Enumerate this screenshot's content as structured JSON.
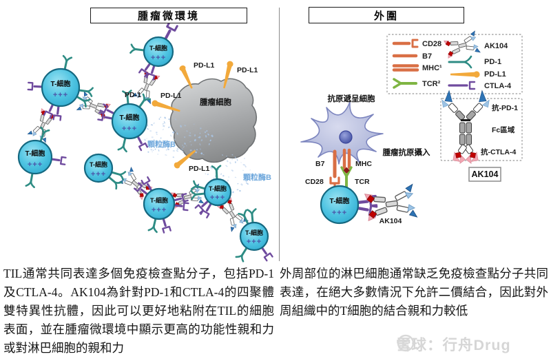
{
  "shared": {
    "t_cell_label": "T-細胞",
    "t_cell_plus": "+++",
    "ak104_label": "AK104"
  },
  "tme_panel": {
    "title": "腫瘤微環境",
    "tumor_label": "腫瘤細胞",
    "pd1_label": "PD-1",
    "pdl1_label": "PD-L1",
    "granzyme_label": "顆粒酶B"
  },
  "periphery_panel": {
    "title": "外圍",
    "apc_label": "抗原遞呈細胞",
    "uptake_label": "腫瘤抗原攝入",
    "b7_label": "B7",
    "mhc_label": "MHC",
    "cd28_label": "CD28",
    "tcr_label": "TCR",
    "legend": {
      "cd28": "CD28",
      "b7": "B7",
      "mhc": "MHC¹",
      "tcr": "TCR²",
      "ak104": "AK104",
      "pd1": "PD-1",
      "pdl1": "PD-L1",
      "ctla4": "CTLA-4"
    },
    "antibody": {
      "anti_pd1": "抗-PD-1",
      "fc": "Fc區域",
      "anti_ctla4": "抗-CTLA-4",
      "box_label": "AK104"
    }
  },
  "paragraphs": {
    "left": "TIL通常共同表達多個免疫檢查點分子，包括PD-1及CTLA-4。AK104為針對PD-1和CTLA-4的四聚體雙特異性抗體，因此可以更好地粘附在TIL的細胞表面，並在腫瘤微環境中顯示更高的功能性親和力或對淋巴細胞的親和力",
    "right": "外周部位的淋巴細胞通常缺乏免疫檢查點分子共同表達，在絕大多數情況下允許二價結合，因此對外周組織中的T細胞的結合親和力較低"
  },
  "watermark": {
    "text": "雪球：行舟Drug"
  },
  "colors": {
    "t_cell": "#45C1E0",
    "t_cell_border": "#156880",
    "plus": "#4A55A8",
    "pd1": "#2E8C84",
    "ctla4": "#6F4B9E",
    "pdl1": "#F2A93B",
    "b7_mhc_cd28": "#D96F45",
    "tcr": "#7FB543",
    "anti_pd1_dark": "#2E74B5",
    "anti_pd1_light": "#9CC3E5",
    "anti_ctla4_red": "#C00000",
    "anti_ctla4_pink": "#F2A7B3",
    "granzyme_dots": "#A9C6E8",
    "granzyme_text": "#6FA8DC",
    "tumor": "#9A9C9E",
    "apc": "#B3BADC"
  }
}
